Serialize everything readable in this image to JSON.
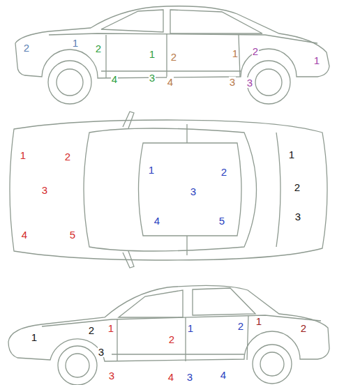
{
  "diagram": {
    "labels": [
      "2",
      "1",
      "2",
      "1",
      "2",
      "1",
      "2",
      "1",
      "4",
      "3",
      "4",
      "3",
      "3",
      "1",
      "2",
      "3",
      "4",
      "5",
      "1",
      "2",
      "3",
      "4",
      "5",
      "1",
      "2",
      "3",
      "1",
      "2",
      "3",
      "1",
      "2",
      "3",
      "4",
      "1",
      "2",
      "3",
      "4",
      "1",
      "2"
    ]
  }
}
